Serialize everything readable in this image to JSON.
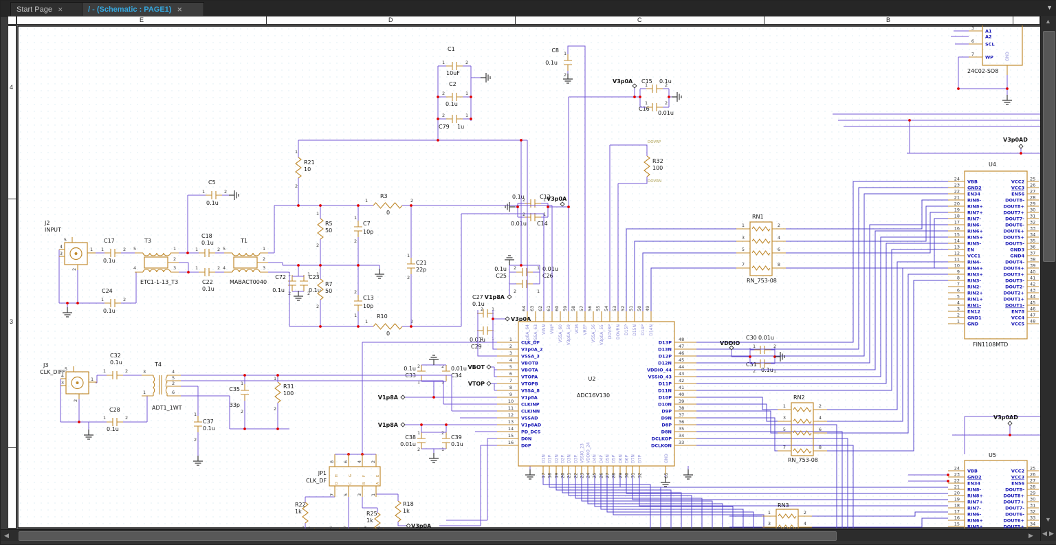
{
  "tabs": {
    "t1": "Start Page",
    "t2": "/ - (Schematic : PAGE1)",
    "close": "✕",
    "menu": "▼"
  },
  "ruler": {
    "cols": [
      "E",
      "D",
      "C",
      "B"
    ],
    "rows": [
      "4",
      "3"
    ]
  },
  "scrollbar": {
    "up": "▲",
    "down": "▼",
    "left": "◀",
    "right": "▶"
  },
  "nets": {
    "v3p0a": "V3p0A",
    "v1p8a": "V1p8A",
    "v3p0ad": "V3p0AD",
    "vddio": "VDDIO",
    "vbot": "VBOT",
    "vtop": "VTOP",
    "dovrp": "DOVRP",
    "dovrn": "DOVRN"
  },
  "caps": {
    "C1": {
      "ref": "C1",
      "value": "10uF",
      "pins": [
        "1",
        "2"
      ]
    },
    "C2": {
      "ref": "C2",
      "value": "0.1u",
      "pins": [
        "1",
        "2"
      ]
    },
    "C79": {
      "ref": "C79",
      "value": "1u",
      "pins": [
        "1",
        "2"
      ]
    },
    "C8": {
      "ref": "C8",
      "value": "0.1u",
      "pins": [
        "1",
        "2"
      ]
    },
    "C15": {
      "ref": "C15",
      "value": "0.1u",
      "pins": [
        "1",
        "2"
      ]
    },
    "C16": {
      "ref": "C16",
      "value": "0.01u",
      "pins": [
        "1",
        "2"
      ]
    },
    "C12": {
      "ref": "C12",
      "value": "0.1u",
      "pins": [
        "1",
        "2"
      ]
    },
    "C14": {
      "ref": "C14",
      "value": "0.01u",
      "pins": [
        "1",
        "2"
      ]
    },
    "C5": {
      "ref": "C5",
      "value": "0.1u",
      "pins": [
        "1",
        "2"
      ]
    },
    "C17": {
      "ref": "C17",
      "value": "0.1u",
      "pins": [
        "1",
        "2"
      ]
    },
    "C24": {
      "ref": "C24",
      "value": "0.1u",
      "pins": [
        "1",
        "2"
      ]
    },
    "C18": {
      "ref": "C18",
      "value": "0.1u",
      "pins": [
        "1",
        "2"
      ]
    },
    "C22": {
      "ref": "C22",
      "value": "0.1u",
      "pins": [
        "1",
        "2"
      ]
    },
    "C72": {
      "ref": "C72",
      "value": "0.1u",
      "pins": [
        "1",
        "2"
      ]
    },
    "C23": {
      "ref": "C23",
      "value": "0.1u",
      "pins": [
        "1",
        "2"
      ]
    },
    "C7": {
      "ref": "C7",
      "value": "10p",
      "pins": [
        "1",
        "2"
      ]
    },
    "C13": {
      "ref": "C13",
      "value": "10p",
      "pins": [
        "1",
        "2"
      ]
    },
    "C21": {
      "ref": "C21",
      "value": "22p",
      "pins": [
        "1",
        "2"
      ]
    },
    "C25": {
      "ref": "C25",
      "value": "0.1u",
      "pins": [
        "1",
        "2"
      ]
    },
    "C26": {
      "ref": "C26",
      "value": "0.01u",
      "pins": [
        "1",
        "2"
      ]
    },
    "C27": {
      "ref": "C27",
      "value": "0.1u",
      "pins": [
        "1",
        "2"
      ]
    },
    "C29": {
      "ref": "C29",
      "value": "0.01u",
      "pins": [
        "1",
        "2"
      ]
    },
    "C33": {
      "ref": "C33",
      "value": "0.1u",
      "pins": [
        "1",
        "2"
      ]
    },
    "C34": {
      "ref": "C34",
      "value": "0.01u",
      "pins": [
        "1",
        "2"
      ]
    },
    "C38": {
      "ref": "C38",
      "value": "0.01u",
      "pins": [
        "1",
        "2"
      ]
    },
    "C39": {
      "ref": "C39",
      "value": "0.1u",
      "pins": [
        "1",
        "2"
      ]
    },
    "C30": {
      "ref": "C30",
      "value": "0.01u",
      "pins": [
        "1",
        "2"
      ]
    },
    "C31": {
      "ref": "C31",
      "value": "0.1u",
      "pins": [
        "1",
        "2"
      ]
    },
    "C32": {
      "ref": "C32",
      "value": "0.1u",
      "pins": [
        "1",
        "2"
      ]
    },
    "C28": {
      "ref": "C28",
      "value": "0.1u",
      "pins": [
        "1",
        "2"
      ]
    },
    "C35": {
      "ref": "C35",
      "value": "33p",
      "pins": [
        "1",
        "2"
      ]
    },
    "C37": {
      "ref": "C37",
      "value": "0.1u",
      "pins": [
        "1",
        "2"
      ]
    }
  },
  "res": {
    "R21": {
      "ref": "R21",
      "value": "10",
      "pins": [
        "1",
        "2"
      ]
    },
    "R3": {
      "ref": "R3",
      "value": "0",
      "pins": [
        "1",
        "2"
      ]
    },
    "R5": {
      "ref": "R5",
      "value": "50",
      "pins": [
        "1",
        "2"
      ]
    },
    "R7": {
      "ref": "R7",
      "value": "50",
      "pins": [
        "1",
        "2"
      ]
    },
    "R10": {
      "ref": "R10",
      "value": "0",
      "pins": [
        "1",
        "2"
      ]
    },
    "R32": {
      "ref": "R32",
      "value": "100",
      "pins": []
    },
    "R31": {
      "ref": "R31",
      "value": "100",
      "pins": [
        "1",
        "2"
      ]
    },
    "R22": {
      "ref": "R22",
      "value": "1k",
      "pins": [
        "1"
      ]
    },
    "R25": {
      "ref": "R25",
      "value": "1k",
      "pins": []
    },
    "R18": {
      "ref": "R18",
      "value": "1k",
      "pins": []
    }
  },
  "conn": {
    "J2": {
      "ref": "J2",
      "name": "INPUT",
      "pins": [
        "5",
        "4",
        "3",
        "2",
        "1"
      ]
    },
    "J3": {
      "ref": "J3",
      "name": "CLK_DIFF",
      "pins": [
        "5",
        "4",
        "3",
        "2",
        "1"
      ]
    }
  },
  "xfmr": {
    "T3": {
      "ref": "T3",
      "part": "ETC1-1-13_T3",
      "pins": [
        "5",
        "1",
        "2",
        "4",
        "3"
      ]
    },
    "T1": {
      "ref": "T1",
      "part": "MABACT0040",
      "pins": [
        "5",
        "1",
        "2",
        "4",
        "3"
      ]
    },
    "T4": {
      "ref": "T4",
      "part": "ADT1_1WT",
      "pins": [
        "3",
        "1",
        "4",
        "5",
        "2",
        "6"
      ]
    }
  },
  "jp1": {
    "ref": "JP1",
    "name": "CLK_DF",
    "top": [
      "8",
      "6",
      "4",
      "2"
    ],
    "bottom": [
      "7",
      "5",
      "3",
      "1"
    ],
    "rows_top": [
      "H",
      "G",
      "F",
      "E"
    ],
    "rows_bottom": [
      "D",
      "C",
      "B",
      "A"
    ]
  },
  "rn": {
    "RN1": {
      "ref": "RN1",
      "part": "RN_753-08",
      "left": [
        "1",
        "3",
        "5",
        "7"
      ],
      "right": [
        "2",
        "4",
        "6",
        "8"
      ]
    },
    "RN2": {
      "ref": "RN2",
      "part": "RN_753-08",
      "left": [
        "1",
        "3",
        "5",
        "7"
      ],
      "right": [
        "2",
        "4",
        "6",
        "8"
      ]
    },
    "RN3": {
      "ref": "RN3",
      "left": [
        "1",
        "3"
      ],
      "right": [
        "2",
        "4"
      ]
    }
  },
  "u2": {
    "ref": "U2",
    "part": "ADC16V130",
    "left": [
      {
        "n": "1",
        "nm": "CLK_DF"
      },
      {
        "n": "2",
        "nm": "V3p0A_2"
      },
      {
        "n": "3",
        "nm": "VSSA_3"
      },
      {
        "n": "4",
        "nm": "VBOTB"
      },
      {
        "n": "5",
        "nm": "VBOTA"
      },
      {
        "n": "6",
        "nm": "VTOPA"
      },
      {
        "n": "7",
        "nm": "VTOPB"
      },
      {
        "n": "8",
        "nm": "VSSA_8"
      },
      {
        "n": "9",
        "nm": "V1p8A"
      },
      {
        "n": "10",
        "nm": "CLKINP"
      },
      {
        "n": "11",
        "nm": "CLKINN"
      },
      {
        "n": "12",
        "nm": "VSSAD"
      },
      {
        "n": "13",
        "nm": "V1p8AD"
      },
      {
        "n": "14",
        "nm": "PD_DCS"
      },
      {
        "n": "15",
        "nm": "D0N"
      },
      {
        "n": "16",
        "nm": "D0P"
      }
    ],
    "top": [
      {
        "n": "64",
        "nm": "V1p8A_64"
      },
      {
        "n": "63",
        "nm": "VSSA_63"
      },
      {
        "n": "62",
        "nm": "VINN"
      },
      {
        "n": "61",
        "nm": "VINP"
      },
      {
        "n": "60",
        "nm": "VSSA_60"
      },
      {
        "n": "59",
        "nm": "V3p0A_59"
      },
      {
        "n": "58",
        "nm": "VCM"
      },
      {
        "n": "57",
        "nm": "VREF"
      },
      {
        "n": "56",
        "nm": "VSSA_56"
      },
      {
        "n": "55",
        "nm": "V3p0A_55"
      },
      {
        "n": "54",
        "nm": "DOVRP"
      },
      {
        "n": "53",
        "nm": "DOVRN"
      },
      {
        "n": "52",
        "nm": "D15P"
      },
      {
        "n": "51",
        "nm": "D15N"
      },
      {
        "n": "50",
        "nm": "D14P"
      },
      {
        "n": "49",
        "nm": "D14N"
      }
    ],
    "right": [
      {
        "n": "48",
        "nm": "D13P"
      },
      {
        "n": "47",
        "nm": "D13N"
      },
      {
        "n": "46",
        "nm": "D12P"
      },
      {
        "n": "45",
        "nm": "D12N"
      },
      {
        "n": "44",
        "nm": "VDDIO_44"
      },
      {
        "n": "43",
        "nm": "VSSIO_43"
      },
      {
        "n": "42",
        "nm": "D11P"
      },
      {
        "n": "41",
        "nm": "D11N"
      },
      {
        "n": "40",
        "nm": "D10P"
      },
      {
        "n": "39",
        "nm": "D10N"
      },
      {
        "n": "38",
        "nm": "D9P"
      },
      {
        "n": "37",
        "nm": "D9N"
      },
      {
        "n": "36",
        "nm": "D8P"
      },
      {
        "n": "35",
        "nm": "D8N"
      },
      {
        "n": "34",
        "nm": "DCLKOP"
      },
      {
        "n": "33",
        "nm": "DCLKON"
      }
    ],
    "bottom": [
      {
        "n": "17",
        "nm": "D1N"
      },
      {
        "n": "18",
        "nm": "D1P"
      },
      {
        "n": "19",
        "nm": "D2N"
      },
      {
        "n": "20",
        "nm": "D2P"
      },
      {
        "n": "21",
        "nm": "D3N"
      },
      {
        "n": "22",
        "nm": "D3P"
      },
      {
        "n": "23",
        "nm": "VSSIO_23"
      },
      {
        "n": "24",
        "nm": "VDDIO_24"
      },
      {
        "n": "25",
        "nm": "D4N"
      },
      {
        "n": "26",
        "nm": "D4P"
      },
      {
        "n": "27",
        "nm": "D5N"
      },
      {
        "n": "28",
        "nm": "D5P"
      },
      {
        "n": "29",
        "nm": "D6N"
      },
      {
        "n": "30",
        "nm": "D6P"
      },
      {
        "n": "31",
        "nm": "D7N"
      },
      {
        "n": "32",
        "nm": "D7P"
      }
    ],
    "pad": {
      "n": "65",
      "nm": "GND"
    }
  },
  "u4": {
    "ref": "U4",
    "part": "FIN1108MTD",
    "left": [
      {
        "n": "24",
        "nm": "VBB"
      },
      {
        "n": "23",
        "nm": "GND2",
        "u": true
      },
      {
        "n": "22",
        "nm": "EN34"
      },
      {
        "n": "21",
        "nm": "RIN8-"
      },
      {
        "n": "20",
        "nm": "RIN8+"
      },
      {
        "n": "19",
        "nm": "RIN7+"
      },
      {
        "n": "18",
        "nm": "RIN7-"
      },
      {
        "n": "17",
        "nm": "RIN6-"
      },
      {
        "n": "16",
        "nm": "RIN6+"
      },
      {
        "n": "15",
        "nm": "RIN5+"
      },
      {
        "n": "14",
        "nm": "RIN5-"
      },
      {
        "n": "13",
        "nm": "EN"
      },
      {
        "n": "12",
        "nm": "VCC1"
      },
      {
        "n": "11",
        "nm": "RIN4-"
      },
      {
        "n": "10",
        "nm": "RIN4+"
      },
      {
        "n": "9",
        "nm": "RIN3+"
      },
      {
        "n": "8",
        "nm": "RIN3-"
      },
      {
        "n": "7",
        "nm": "RIN2-"
      },
      {
        "n": "6",
        "nm": "RIN2+"
      },
      {
        "n": "5",
        "nm": "RIN1+"
      },
      {
        "n": "4",
        "nm": "RIN1-",
        "u": true
      },
      {
        "n": "3",
        "nm": "EN12"
      },
      {
        "n": "2",
        "nm": "GND1"
      },
      {
        "n": "1",
        "nm": "GND"
      }
    ],
    "right": [
      {
        "n": "25",
        "nm": "VCC2"
      },
      {
        "n": "26",
        "nm": "VCC3",
        "u": true
      },
      {
        "n": "27",
        "nm": "EN56"
      },
      {
        "n": "28",
        "nm": "DOUT8-"
      },
      {
        "n": "29",
        "nm": "DOUT8+"
      },
      {
        "n": "30",
        "nm": "DOUT7+"
      },
      {
        "n": "31",
        "nm": "DOUT7-"
      },
      {
        "n": "32",
        "nm": "DOUT6-"
      },
      {
        "n": "33",
        "nm": "DOUT6+"
      },
      {
        "n": "34",
        "nm": "DOUT5+"
      },
      {
        "n": "35",
        "nm": "DOUT5-"
      },
      {
        "n": "36",
        "nm": "GND3"
      },
      {
        "n": "37",
        "nm": "GND4"
      },
      {
        "n": "38",
        "nm": "DOUT4-"
      },
      {
        "n": "39",
        "nm": "DOUT4+"
      },
      {
        "n": "40",
        "nm": "DOUT3+"
      },
      {
        "n": "41",
        "nm": "DOUT3-"
      },
      {
        "n": "42",
        "nm": "DOUT2-"
      },
      {
        "n": "43",
        "nm": "DOUT2+"
      },
      {
        "n": "44",
        "nm": "DOUT1+"
      },
      {
        "n": "45",
        "nm": "DOUT1-",
        "u": true
      },
      {
        "n": "46",
        "nm": "EN78"
      },
      {
        "n": "47",
        "nm": "VCC4"
      },
      {
        "n": "48",
        "nm": "VCC5"
      }
    ]
  },
  "u5": {
    "ref": "U5",
    "left": [
      {
        "n": "24",
        "nm": "VBB"
      },
      {
        "n": "23",
        "nm": "GND2",
        "u": true
      },
      {
        "n": "22",
        "nm": "EN34"
      },
      {
        "n": "21",
        "nm": "RIN8-"
      },
      {
        "n": "20",
        "nm": "RIN8+"
      },
      {
        "n": "19",
        "nm": "RIN7+"
      },
      {
        "n": "18",
        "nm": "RIN7-"
      },
      {
        "n": "17",
        "nm": "RIN6-"
      },
      {
        "n": "16",
        "nm": "RIN6+"
      },
      {
        "n": "15",
        "nm": "RIN5+"
      }
    ],
    "right": [
      {
        "n": "25",
        "nm": "VCC2"
      },
      {
        "n": "26",
        "nm": "VCC3",
        "u": true
      },
      {
        "n": "27",
        "nm": "EN56"
      },
      {
        "n": "28",
        "nm": "DOUT8-"
      },
      {
        "n": "29",
        "nm": "DOUT8+"
      },
      {
        "n": "30",
        "nm": "DOUT7+"
      },
      {
        "n": "31",
        "nm": "DOUT7-"
      },
      {
        "n": "32",
        "nm": "DOUT6-"
      },
      {
        "n": "33",
        "nm": "DOUT6+"
      },
      {
        "n": "34",
        "nm": "DOUT5+"
      }
    ]
  },
  "eeprom": {
    "part": "24C02-SO8",
    "rows": [
      {
        "n": "3",
        "nm": "A1"
      },
      {
        "n": "",
        "nm": "A2"
      },
      {
        "n": "6",
        "nm": "SCL"
      },
      {
        "n": "7",
        "nm": "WP"
      }
    ],
    "gnd": "GND"
  },
  "bottom_partial": {
    "pins": [
      "1",
      "2",
      "2",
      "3",
      "2"
    ]
  }
}
